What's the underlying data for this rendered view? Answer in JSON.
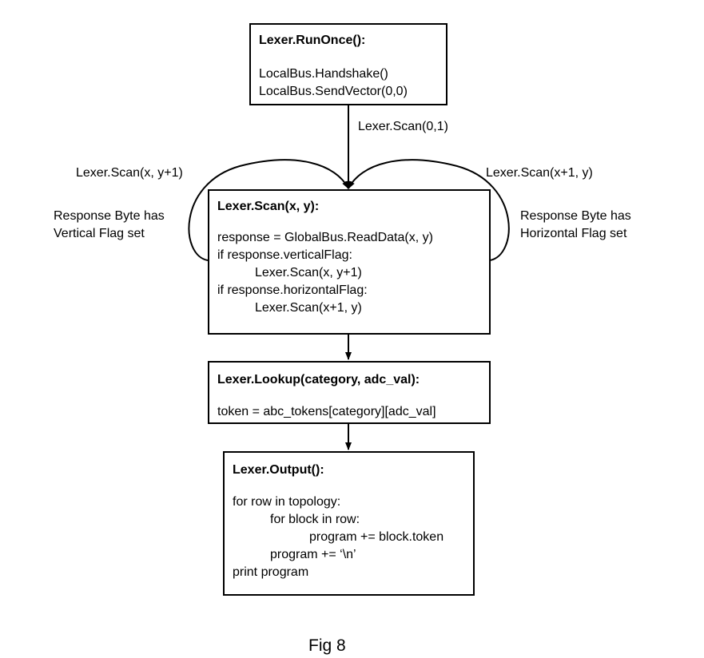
{
  "boxes": {
    "runonce": {
      "title": "Lexer.RunOnce():",
      "lines": [
        "LocalBus.Handshake()",
        "LocalBus.SendVector(0,0)"
      ]
    },
    "scan": {
      "title": "Lexer.Scan(x, y):",
      "lines": [
        "response = GlobalBus.ReadData(x, y)",
        "if response.verticalFlag:",
        "Lexer.Scan(x, y+1)",
        "if response.horizontalFlag:",
        "Lexer.Scan(x+1, y)"
      ]
    },
    "lookup": {
      "title": "Lexer.Lookup(category, adc_val):",
      "lines": [
        "token = abc_tokens[category][adc_val]"
      ]
    },
    "output": {
      "title": "Lexer.Output():",
      "lines": [
        "for row in topology:",
        "for block in row:",
        "program += block.token",
        "program += ‘\\n’",
        "print program"
      ]
    }
  },
  "labels": {
    "arrow_scan_start": "Lexer.Scan(0,1)",
    "loop_left_call": "Lexer.Scan(x, y+1)",
    "loop_right_call": "Lexer.Scan(x+1, y)",
    "loop_left_cond_1": "Response Byte has",
    "loop_left_cond_2": "Vertical Flag set",
    "loop_right_cond_1": "Response Byte has",
    "loop_right_cond_2": "Horizontal Flag set"
  },
  "caption": "Fig 8"
}
